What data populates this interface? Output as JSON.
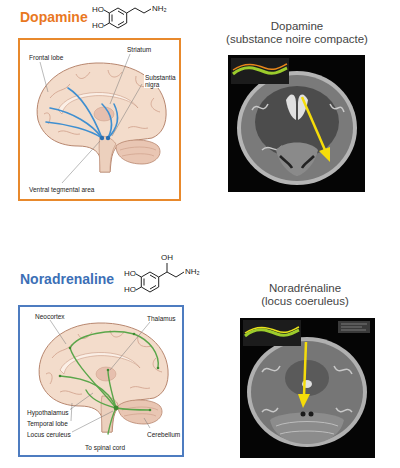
{
  "diagram": {
    "nodes": [
      {
        "text": [
          "Dopamine",
          "Frontal lobe",
          "Striatum",
          "Substantia nigra",
          "Ventral tegmental area"
        ]
      },
      {
        "text": [
          "Noradrenaline",
          "Neocortex",
          "Thalamus",
          "Hypothalamus",
          "Temporal lobe",
          "Locus ceruleus",
          "Cerebellum",
          "To spinal cord"
        ]
      }
    ],
    "labels": [
      "HO",
      "HO",
      "NH₂",
      "Dopamine (substance noire compacte)",
      "HO",
      "OH",
      "HO",
      "NH₂",
      "Noradrénaline (locus coeruleus)"
    ]
  }
}
